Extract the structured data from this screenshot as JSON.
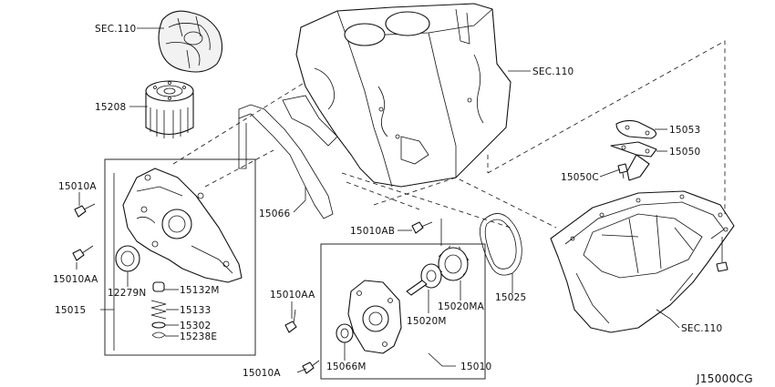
{
  "labels": {
    "sec110_top": "SEC.110",
    "sec110_block": "SEC.110",
    "sec110_pan": "SEC.110",
    "p15208": "15208",
    "p15010A_upper": "15010A",
    "p15010AA_left": "15010AA",
    "p15015": "15015",
    "p12279N": "12279N",
    "p15132M": "15132M",
    "p15133": "15133",
    "p15302": "15302",
    "p15238E": "15238E",
    "p15066": "15066",
    "p15010AB": "15010AB",
    "p15010AA_mid": "15010AA",
    "p15010A_lower": "15010A",
    "p15066M": "15066M",
    "p15020M": "15020M",
    "p15020MA": "15020MA",
    "p15010": "15010",
    "p15025": "15025",
    "p15053": "15053",
    "p15050": "15050",
    "p15050C": "15050C"
  },
  "reference_code": "J15000CG"
}
